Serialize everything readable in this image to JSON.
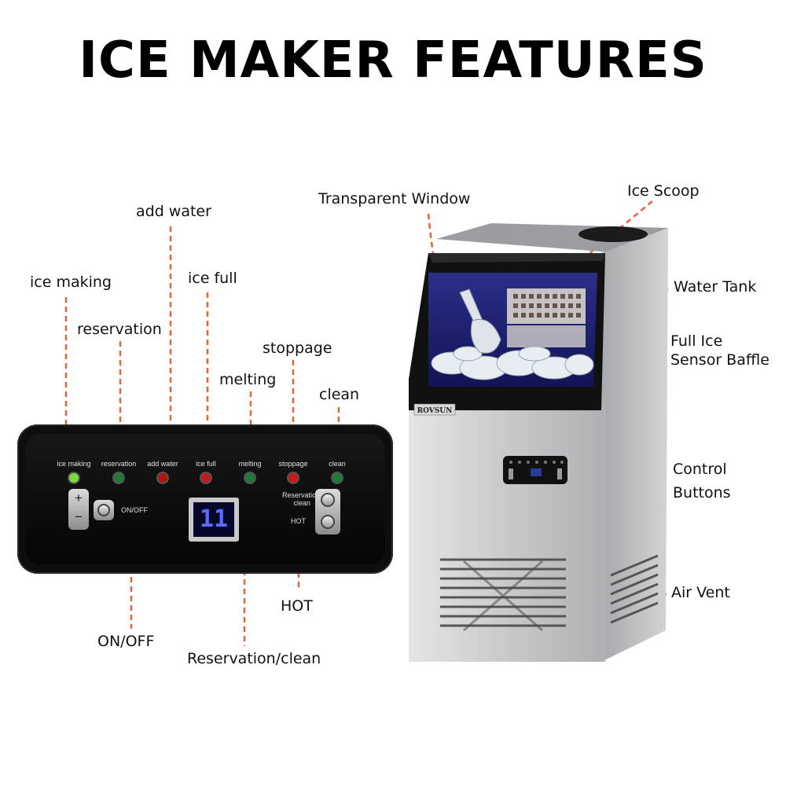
{
  "title": "ICE MAKER FEATURES",
  "callouts": {
    "ice_making": "ice making",
    "reservation": "reservation",
    "add_water": "add water",
    "ice_full": "ice full",
    "melting": "melting",
    "stoppage": "stoppage",
    "clean": "clean",
    "on_off": "ON/OFF",
    "reservation_clean": "Reservation/clean",
    "hot": "HOT",
    "transparent_window": "Transparent Window",
    "ice_scoop": "Ice Scoop",
    "water_tank": "Water Tank",
    "full_ice_line1": "Full Ice",
    "full_ice_line2": "Sensor Baffle",
    "control_line1": "Control",
    "control_line2": "Buttons",
    "air_vent": "Air Vent"
  },
  "panel": {
    "indicators": [
      {
        "label": "ice making",
        "color": "#7ddc3a"
      },
      {
        "label": "reservation",
        "color": "#1f7a3a"
      },
      {
        "label": "add water",
        "color": "#b01515"
      },
      {
        "label": "ice full",
        "color": "#c41a1a"
      },
      {
        "label": "melting",
        "color": "#1f7a3a"
      },
      {
        "label": "stoppage",
        "color": "#c41a1a"
      },
      {
        "label": "clean",
        "color": "#1f7a3a"
      }
    ],
    "display_value": "11",
    "plus": "+",
    "minus": "−",
    "on_off_label": "ON/OFF",
    "reservation_clean_label": "Reservation/\nclean",
    "hot_label": "HOT"
  },
  "brand": "ROVSUN",
  "colors": {
    "callout_line": "#e0643c",
    "panel_bg": "#0e0e0e",
    "steel": "#c9cbcd"
  }
}
